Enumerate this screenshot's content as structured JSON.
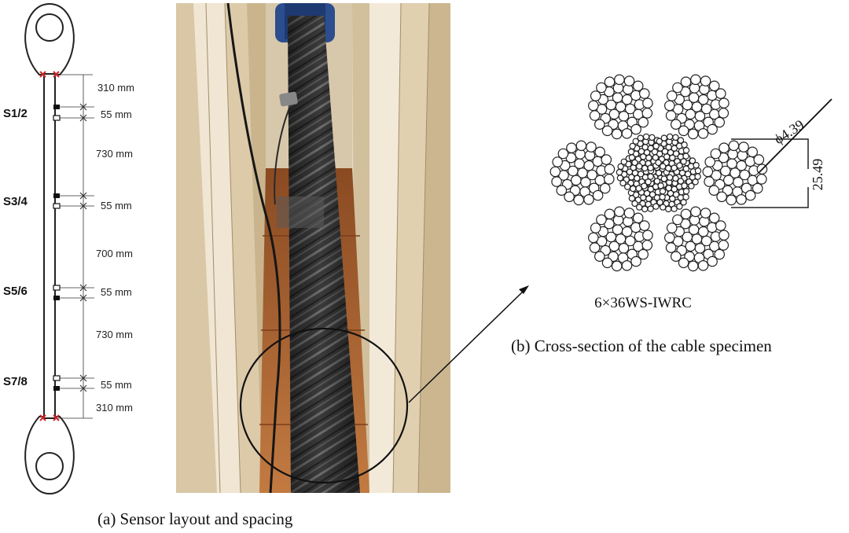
{
  "layout_panel": {
    "sensor_labels": [
      "S1/2",
      "S3/4",
      "S5/6",
      "S7/8"
    ],
    "dimensions": [
      "310 mm",
      "55 mm",
      "730 mm",
      "55 mm",
      "700 mm",
      "55 mm",
      "730 mm",
      "55 mm",
      "310 mm"
    ],
    "caption": "(a) Sensor layout and spacing"
  },
  "cross_section_panel": {
    "diameter_label": "ϕ4.39",
    "height_label": "25.49",
    "cable_type": "6×36WS-IWRC",
    "caption": "(b) Cross-section of the cable specimen"
  },
  "colors": {
    "line": "#222222",
    "sensor_marker": "#111111",
    "anchor_marker": "#d0242b",
    "wood_light": "#e9dcc4",
    "wood_dark": "#b9713e",
    "rope": "#3a3a3a"
  }
}
